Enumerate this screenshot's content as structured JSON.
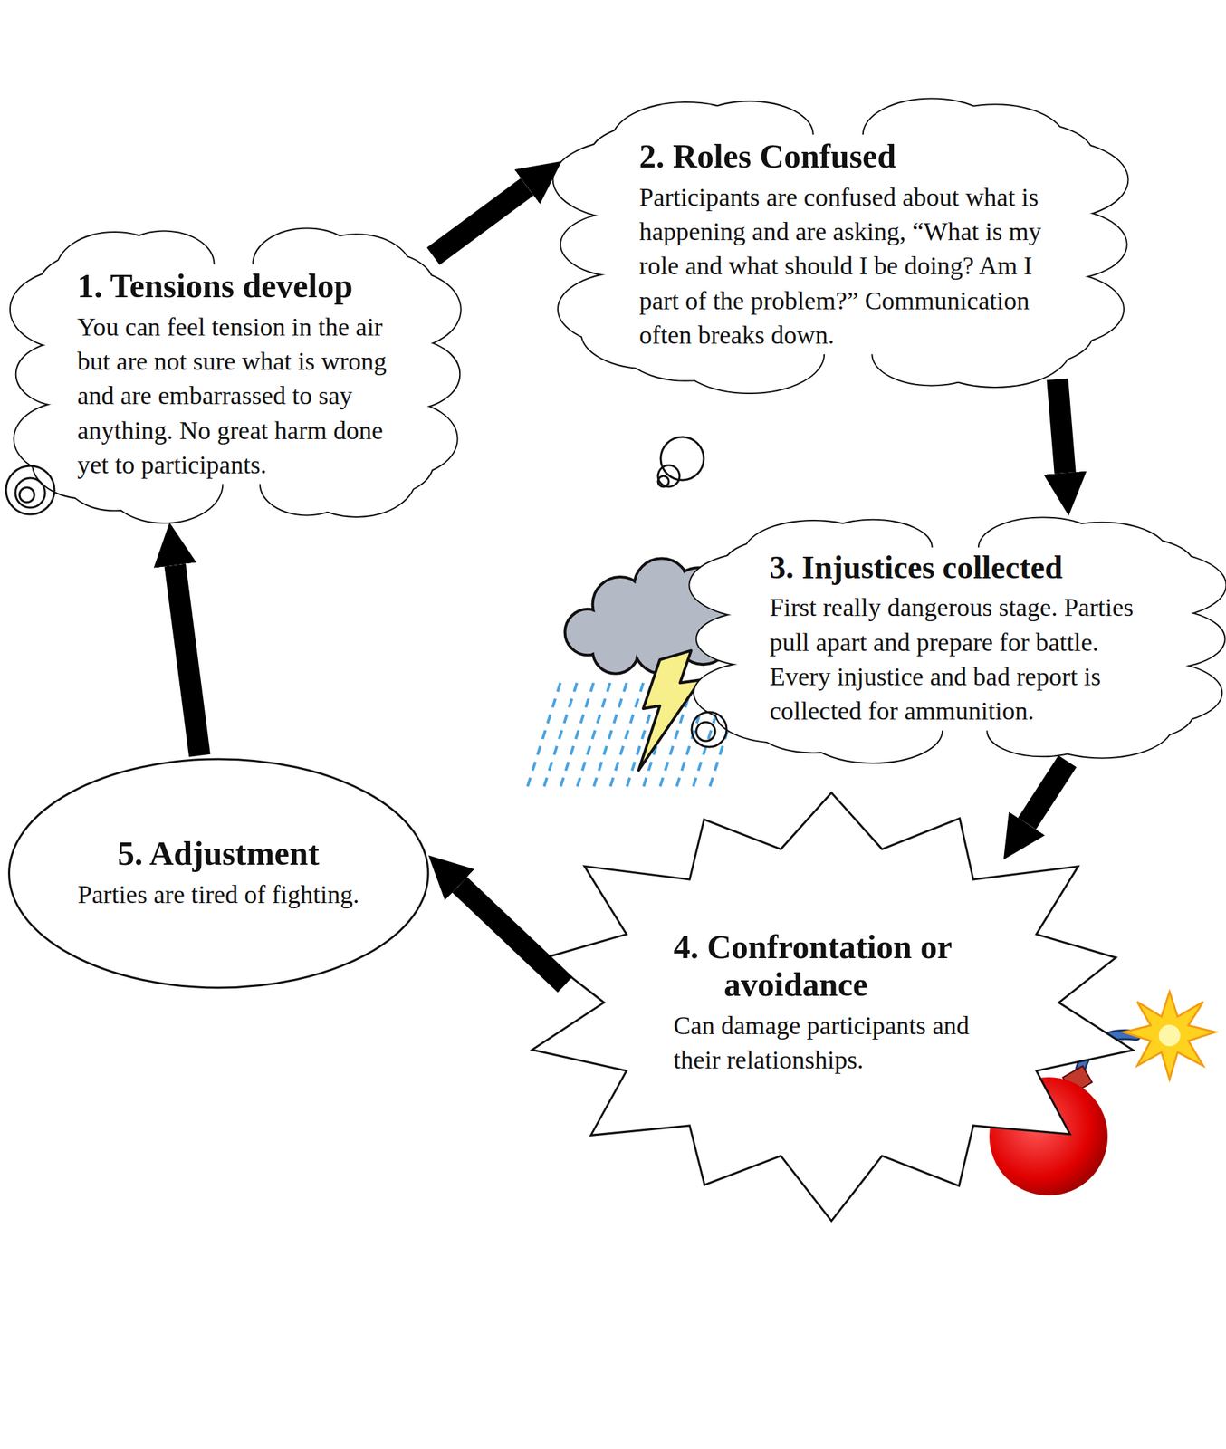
{
  "diagram": {
    "nodes": [
      {
        "text": [
          "1. Tensions develop",
          "You can feel tension in the air but are not sure what is wrong and are embarrassed to say anything. No great harm done yet to participants."
        ]
      },
      {
        "text": [
          "2. Roles Confused",
          "Participants are confused about what is happening and are asking, “What is my role and what should I be doing? Am I part of the problem?” Communication often breaks down."
        ]
      },
      {
        "text": [
          "3. Injustices collected",
          "First really dangerous stage. Parties pull apart and prepare for battle. Every injustice and bad report is collected for ammunition."
        ]
      },
      {
        "text": [
          "4. Confrontation or avoidance",
          "Can damage participants and their relationships."
        ]
      },
      {
        "text": [
          "5. Adjustment",
          "Parties are tired of fighting."
        ]
      }
    ],
    "edges": [
      {
        "from": 0,
        "to": 1,
        "arrow": "to"
      },
      {
        "from": 1,
        "to": 2,
        "arrow": "to"
      },
      {
        "from": 2,
        "to": 3,
        "arrow": "to"
      },
      {
        "from": 3,
        "to": 4,
        "arrow": "to"
      },
      {
        "from": 4,
        "to": 0,
        "arrow": "to"
      }
    ]
  }
}
